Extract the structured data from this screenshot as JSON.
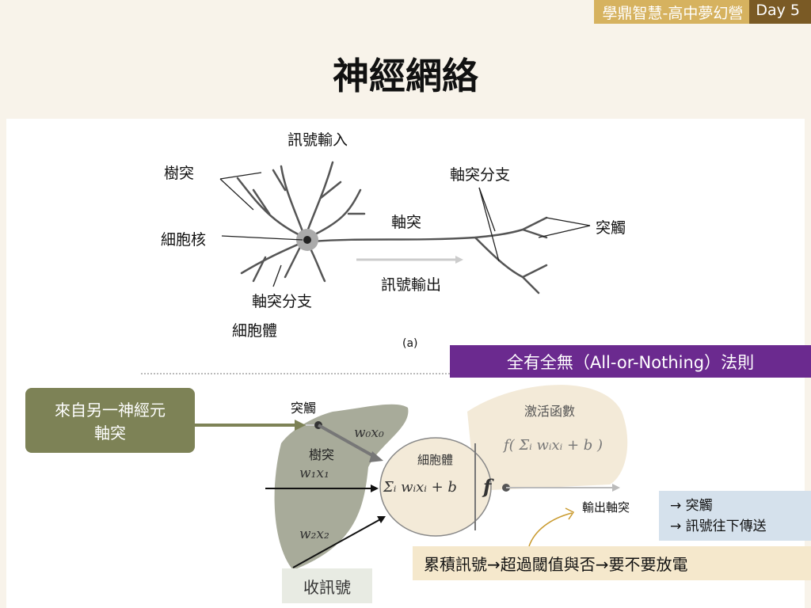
{
  "header": {
    "course": "學鼎智慧-高中夢幻營",
    "day": "Day 5",
    "title": "神經網絡"
  },
  "neuron": {
    "labels": {
      "signal_in": "訊號輸入",
      "dendrite": "樹突",
      "nucleus": "細胞核",
      "axon_branch_left": "軸突分支",
      "cell_body": "細胞體",
      "axon": "軸突",
      "signal_out": "訊號輸出",
      "axon_branch_right": "軸突分支",
      "synapse": "突觸",
      "caption": "(a)"
    }
  },
  "model": {
    "rule_banner": "全有全無（All-or-Nothing）法則",
    "source_box": [
      "來自另一神經元",
      "軸突"
    ],
    "synapse": "突觸",
    "dendrite": "樹突",
    "cell_body": "細胞體",
    "activation": "激活函數",
    "w0x0": "w₀x₀",
    "w1x1": "w₁x₁",
    "w2x2": "w₂x₂",
    "sum_expr": "Σᵢ wᵢxᵢ + b",
    "f": "f",
    "f_expr": "f( Σᵢ wᵢxᵢ + b )",
    "output_axon": "輸出軸突",
    "output_notes": [
      "→ 突觸",
      "→ 訊號往下傳送"
    ],
    "summary": "累積訊號→超過閾值與否→要不要放電",
    "receive": "收訊號"
  }
}
